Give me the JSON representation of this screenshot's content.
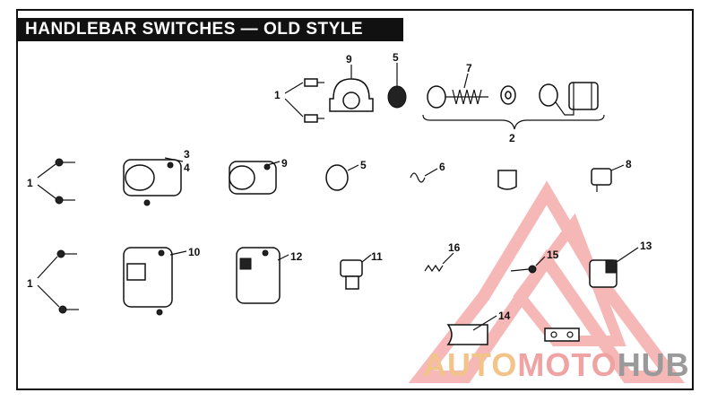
{
  "title": "HANDLEBAR SWITCHES — OLD STYLE",
  "watermark": {
    "part1": "AUTO",
    "part2": "MOTO",
    "part3": "HUB"
  },
  "callouts": {
    "c1a": "1",
    "c1b": "1",
    "c1c": "1",
    "c2": "2",
    "c3": "3",
    "c4": "4",
    "c5a": "5",
    "c5b": "5",
    "c6": "6",
    "c7": "7",
    "c8": "8",
    "c9a": "9",
    "c9b": "9",
    "c10": "10",
    "c11": "11",
    "c12": "12",
    "c13": "13",
    "c14": "14",
    "c15": "15",
    "c16": "16"
  },
  "colors": {
    "ink": "#111111",
    "watermark_red": "#f3a0a0",
    "watermark_orange": "#f2c48a",
    "watermark_gray": "#9a9a9a"
  }
}
